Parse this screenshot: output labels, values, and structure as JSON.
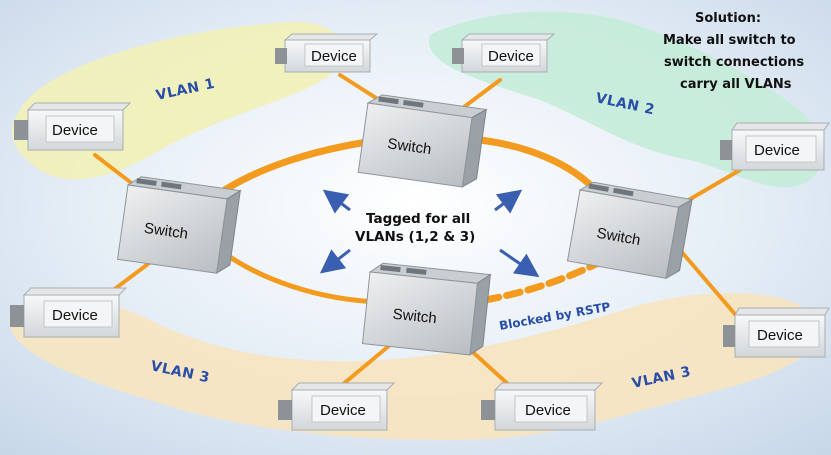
{
  "solution": {
    "lines": [
      "Solution:",
      "Make all switch to",
      "switch connections",
      "carry all VLANs"
    ]
  },
  "vlans": {
    "vlan1": "VLAN 1",
    "vlan2": "VLAN 2",
    "vlan3_left": "VLAN 3",
    "vlan3_right": "VLAN 3"
  },
  "center": {
    "line1": "Tagged for all",
    "line2": "VLANs (1,2 & 3)"
  },
  "blocked": "Blocked by RSTP",
  "switches": {
    "top": "Switch",
    "left": "Switch",
    "right": "Switch",
    "bottom": "Switch"
  },
  "devices": {
    "top_left": "Device",
    "top_right": "Device",
    "left_upper": "Device",
    "right_upper": "Device",
    "left_lower": "Device",
    "right_lower": "Device",
    "bottom_left": "Device",
    "bottom_right": "Device"
  },
  "colors": {
    "link": "#f39b1f",
    "vlan_text": "#2a4ea8",
    "arrow": "#3a5fb0",
    "vlan1_zone": "#f2f1b4",
    "vlan2_zone": "#c5ecd8",
    "vlan3_zone": "#f7e4c0"
  }
}
